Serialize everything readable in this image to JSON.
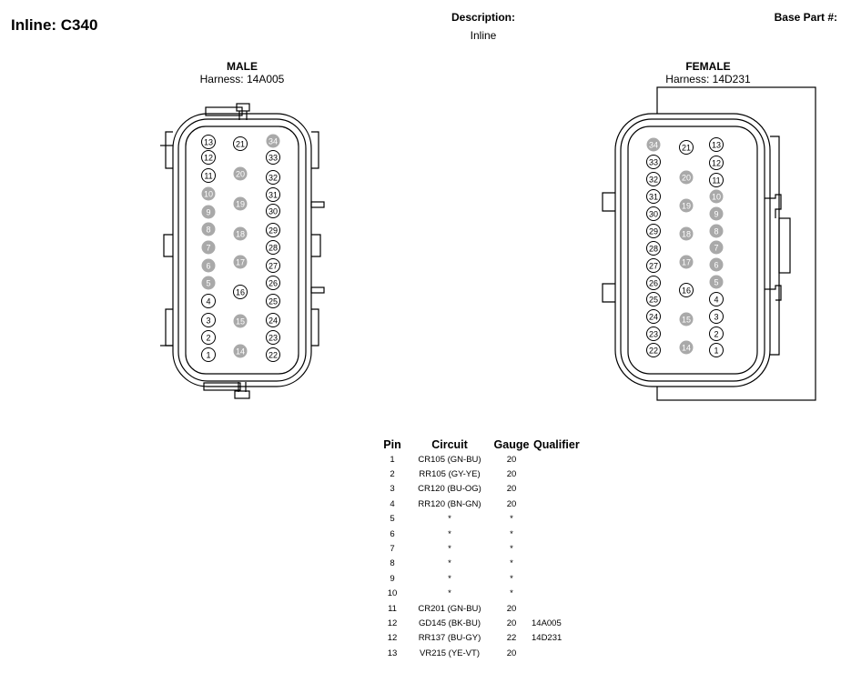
{
  "header": {
    "title": "Inline: C340",
    "description_label": "Description:",
    "description_value": "Inline",
    "base_part_label": "Base Part #:"
  },
  "male": {
    "heading": "MALE",
    "harness": "Harness: 14A005",
    "pins": [
      {
        "num": "13",
        "state": "active"
      },
      {
        "num": "21",
        "state": "active"
      },
      {
        "num": "34",
        "state": "empty"
      },
      {
        "num": "12",
        "state": "active"
      },
      {
        "num": "33",
        "state": "active"
      },
      {
        "num": "11",
        "state": "active"
      },
      {
        "num": "20",
        "state": "empty"
      },
      {
        "num": "32",
        "state": "active"
      },
      {
        "num": "10",
        "state": "empty"
      },
      {
        "num": "31",
        "state": "active"
      },
      {
        "num": "9",
        "state": "empty"
      },
      {
        "num": "19",
        "state": "empty"
      },
      {
        "num": "30",
        "state": "active"
      },
      {
        "num": "8",
        "state": "empty"
      },
      {
        "num": "29",
        "state": "active"
      },
      {
        "num": "7",
        "state": "empty"
      },
      {
        "num": "18",
        "state": "empty"
      },
      {
        "num": "28",
        "state": "active"
      },
      {
        "num": "6",
        "state": "empty"
      },
      {
        "num": "17",
        "state": "empty"
      },
      {
        "num": "27",
        "state": "active"
      },
      {
        "num": "5",
        "state": "empty"
      },
      {
        "num": "26",
        "state": "active"
      },
      {
        "num": "4",
        "state": "active"
      },
      {
        "num": "16",
        "state": "active"
      },
      {
        "num": "25",
        "state": "active"
      },
      {
        "num": "3",
        "state": "active"
      },
      {
        "num": "15",
        "state": "empty"
      },
      {
        "num": "24",
        "state": "active"
      },
      {
        "num": "2",
        "state": "active"
      },
      {
        "num": "23",
        "state": "active"
      },
      {
        "num": "1",
        "state": "active"
      },
      {
        "num": "14",
        "state": "empty"
      },
      {
        "num": "22",
        "state": "active"
      }
    ]
  },
  "female": {
    "heading": "FEMALE",
    "harness": "Harness: 14D231",
    "pins": [
      {
        "num": "34",
        "state": "empty"
      },
      {
        "num": "21",
        "state": "active"
      },
      {
        "num": "13",
        "state": "active"
      },
      {
        "num": "33",
        "state": "active"
      },
      {
        "num": "12",
        "state": "active"
      },
      {
        "num": "32",
        "state": "active"
      },
      {
        "num": "20",
        "state": "empty"
      },
      {
        "num": "11",
        "state": "active"
      },
      {
        "num": "31",
        "state": "active"
      },
      {
        "num": "10",
        "state": "empty"
      },
      {
        "num": "30",
        "state": "active"
      },
      {
        "num": "19",
        "state": "empty"
      },
      {
        "num": "9",
        "state": "empty"
      },
      {
        "num": "29",
        "state": "active"
      },
      {
        "num": "8",
        "state": "empty"
      },
      {
        "num": "28",
        "state": "active"
      },
      {
        "num": "18",
        "state": "empty"
      },
      {
        "num": "7",
        "state": "empty"
      },
      {
        "num": "27",
        "state": "active"
      },
      {
        "num": "17",
        "state": "empty"
      },
      {
        "num": "6",
        "state": "empty"
      },
      {
        "num": "26",
        "state": "active"
      },
      {
        "num": "5",
        "state": "empty"
      },
      {
        "num": "25",
        "state": "active"
      },
      {
        "num": "16",
        "state": "active"
      },
      {
        "num": "4",
        "state": "active"
      },
      {
        "num": "24",
        "state": "active"
      },
      {
        "num": "15",
        "state": "empty"
      },
      {
        "num": "3",
        "state": "active"
      },
      {
        "num": "23",
        "state": "active"
      },
      {
        "num": "2",
        "state": "active"
      },
      {
        "num": "22",
        "state": "active"
      },
      {
        "num": "14",
        "state": "empty"
      },
      {
        "num": "1",
        "state": "active"
      }
    ]
  },
  "pin_table": {
    "headers": {
      "pin": "Pin",
      "circuit": "Circuit",
      "gauge": "Gauge",
      "qualifier": "Qualifier"
    },
    "rows": [
      {
        "pin": "1",
        "circuit": "CR105 (GN-BU)",
        "gauge": "20",
        "qualifier": ""
      },
      {
        "pin": "2",
        "circuit": "RR105 (GY-YE)",
        "gauge": "20",
        "qualifier": ""
      },
      {
        "pin": "3",
        "circuit": "CR120 (BU-OG)",
        "gauge": "20",
        "qualifier": ""
      },
      {
        "pin": "4",
        "circuit": "RR120 (BN-GN)",
        "gauge": "20",
        "qualifier": ""
      },
      {
        "pin": "5",
        "circuit": "*",
        "gauge": "*",
        "qualifier": ""
      },
      {
        "pin": "6",
        "circuit": "*",
        "gauge": "*",
        "qualifier": ""
      },
      {
        "pin": "7",
        "circuit": "*",
        "gauge": "*",
        "qualifier": ""
      },
      {
        "pin": "8",
        "circuit": "*",
        "gauge": "*",
        "qualifier": ""
      },
      {
        "pin": "9",
        "circuit": "*",
        "gauge": "*",
        "qualifier": ""
      },
      {
        "pin": "10",
        "circuit": "*",
        "gauge": "*",
        "qualifier": ""
      },
      {
        "pin": "11",
        "circuit": "CR201 (GN-BU)",
        "gauge": "20",
        "qualifier": ""
      },
      {
        "pin": "12",
        "circuit": "GD145 (BK-BU)",
        "gauge": "20",
        "qualifier": "14A005"
      },
      {
        "pin": "12",
        "circuit": "RR137 (BU-GY)",
        "gauge": "22",
        "qualifier": "14D231"
      },
      {
        "pin": "13",
        "circuit": "VR215 (YE-VT)",
        "gauge": "20",
        "qualifier": ""
      }
    ]
  }
}
